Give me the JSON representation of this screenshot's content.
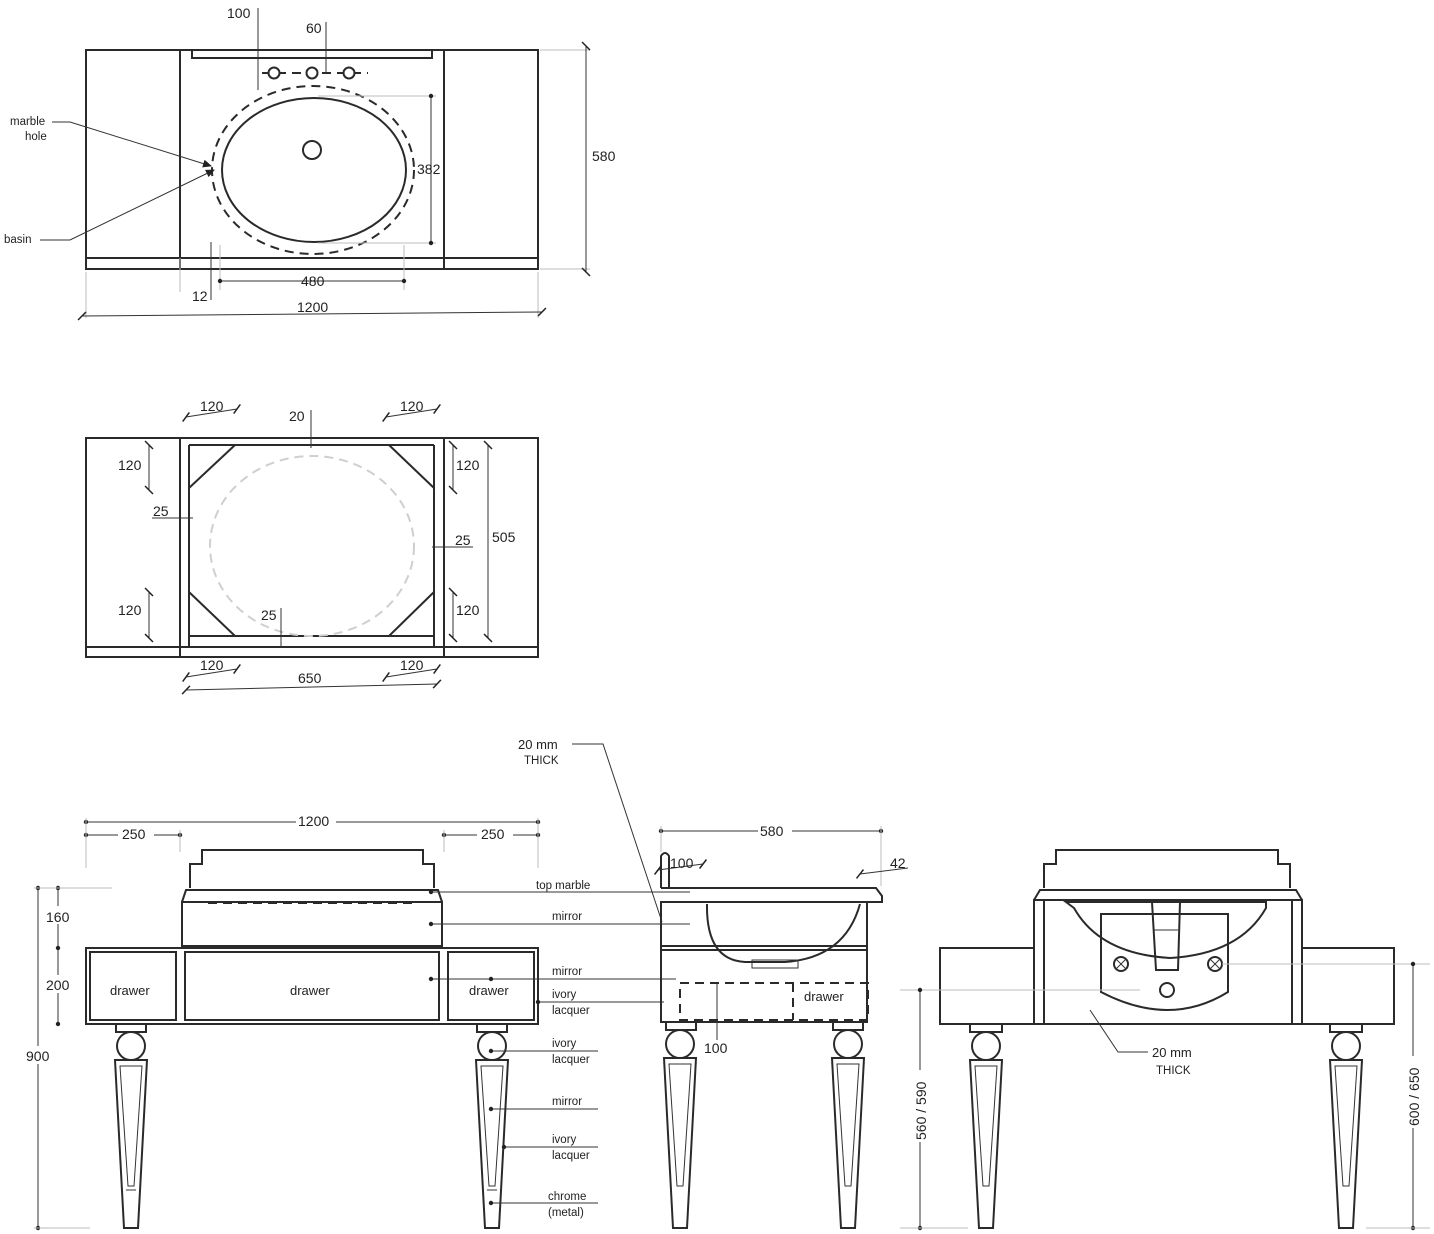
{
  "drawing": {
    "title": "Vanity unit technical drawing",
    "plan_top": {
      "dims": {
        "width": "1200",
        "depth": "580",
        "basin_width": "480",
        "basin_depth": "382",
        "tap_offset": "100",
        "tap_spacing": "60",
        "edge": "12"
      },
      "labels": {
        "marble_hole_1": "marble",
        "marble_hole_2": "hole",
        "basin": "basin"
      }
    },
    "plan_frame": {
      "dims": {
        "corner_tl": "120",
        "corner_tr": "120",
        "corner_bl": "120",
        "corner_br": "120",
        "side_tl": "120",
        "side_bl": "120",
        "side_tr": "120",
        "side_br": "120",
        "top_rail": "20",
        "bottom_rail": "25",
        "left_rail": "25",
        "right_rail": "25",
        "inner_depth": "505",
        "inner_width": "650"
      }
    },
    "front_elevation": {
      "dims": {
        "total_width": "1200",
        "left_wing": "250",
        "right_wing": "250",
        "upper_height": "160",
        "drawer_height": "200",
        "total_height": "900"
      },
      "drawers": [
        "drawer",
        "drawer",
        "drawer"
      ],
      "callouts": {
        "top_marble": "top marble",
        "mirror_1": "mirror",
        "mirror_2": "mirror",
        "ivory_1a": "ivory",
        "ivory_1b": "lacquer",
        "ivory_2a": "ivory",
        "ivory_2b": "lacquer",
        "mirror_leg": "mirror",
        "ivory_3a": "ivory",
        "ivory_3b": "lacquer",
        "chrome_a": "chrome",
        "chrome_b": "(metal)"
      },
      "thick_note_1": "20 mm",
      "thick_note_2": "THICK"
    },
    "side_elevation": {
      "dims": {
        "depth": "580",
        "backsplash": "100",
        "overhang": "42",
        "drawer_offset": "100"
      },
      "drawer_label": "drawer"
    },
    "rear_elevation": {
      "dims": {
        "waste_height": "560 / 590",
        "supply_height": "600 / 650"
      },
      "thick_note_1": "20 mm",
      "thick_note_2": "THICK"
    }
  }
}
